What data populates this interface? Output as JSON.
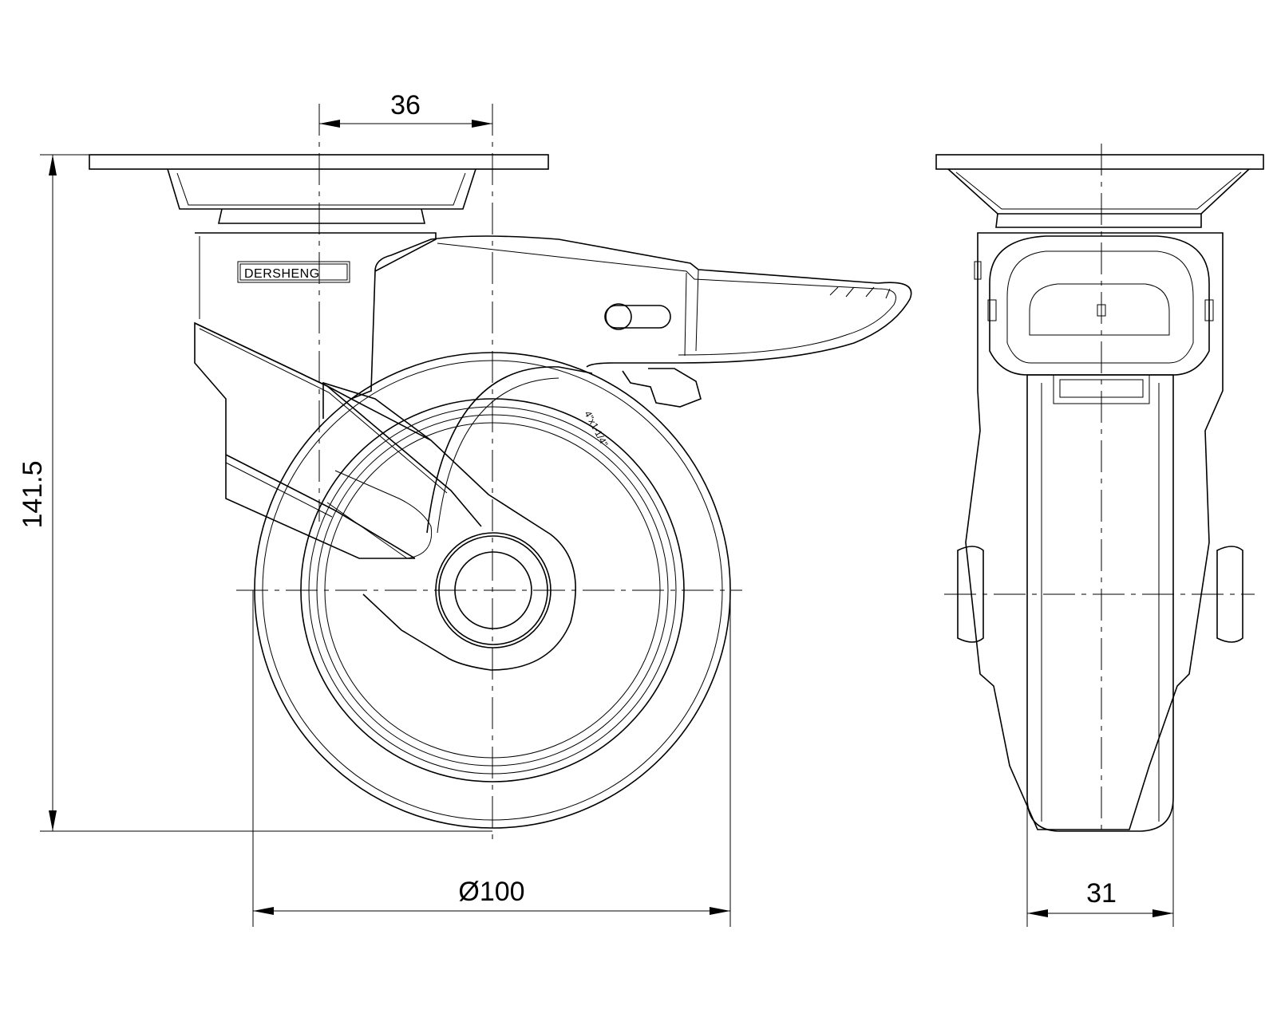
{
  "drawing": {
    "brand_text": "DERSHENG",
    "tire_marking": "4\"x1-1/4\""
  },
  "dimensions": {
    "offset": "36",
    "total_height": "141.5",
    "wheel_diameter": "Ø100",
    "wheel_width": "31"
  }
}
